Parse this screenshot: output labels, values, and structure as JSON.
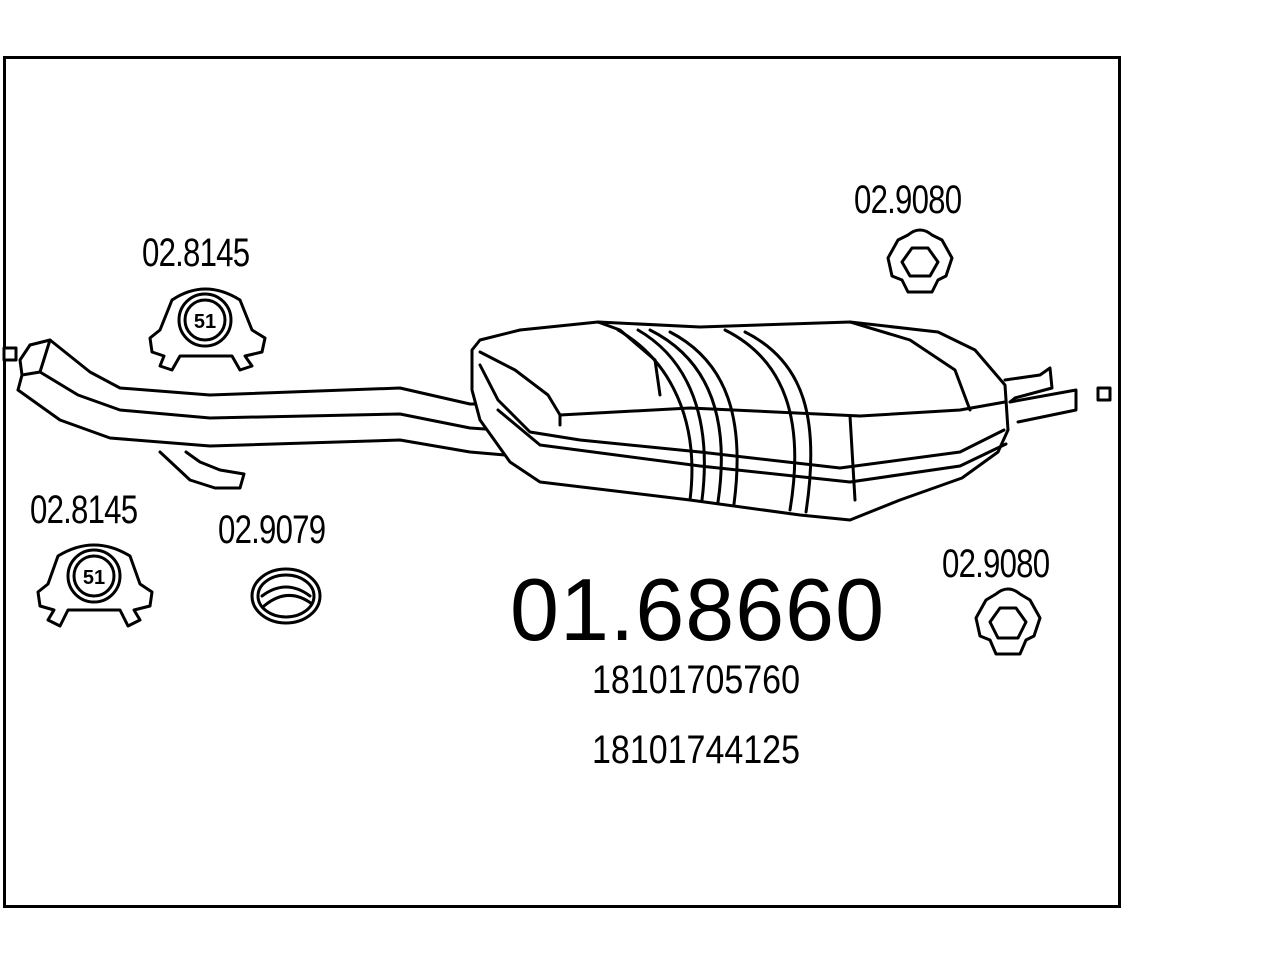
{
  "main_part": {
    "code": "01.68660",
    "oem_numbers": [
      "18101705760",
      "18101744125"
    ]
  },
  "accessories": {
    "clamp_top": {
      "code": "02.8145",
      "size": "51"
    },
    "clamp_bottom": {
      "code": "02.8145",
      "size": "51"
    },
    "ring": {
      "code": "02.9079"
    },
    "hanger_top": {
      "code": "02.9080"
    },
    "hanger_bottom": {
      "code": "02.9080"
    }
  },
  "colors": {
    "line": "#000000",
    "background": "#ffffff"
  }
}
